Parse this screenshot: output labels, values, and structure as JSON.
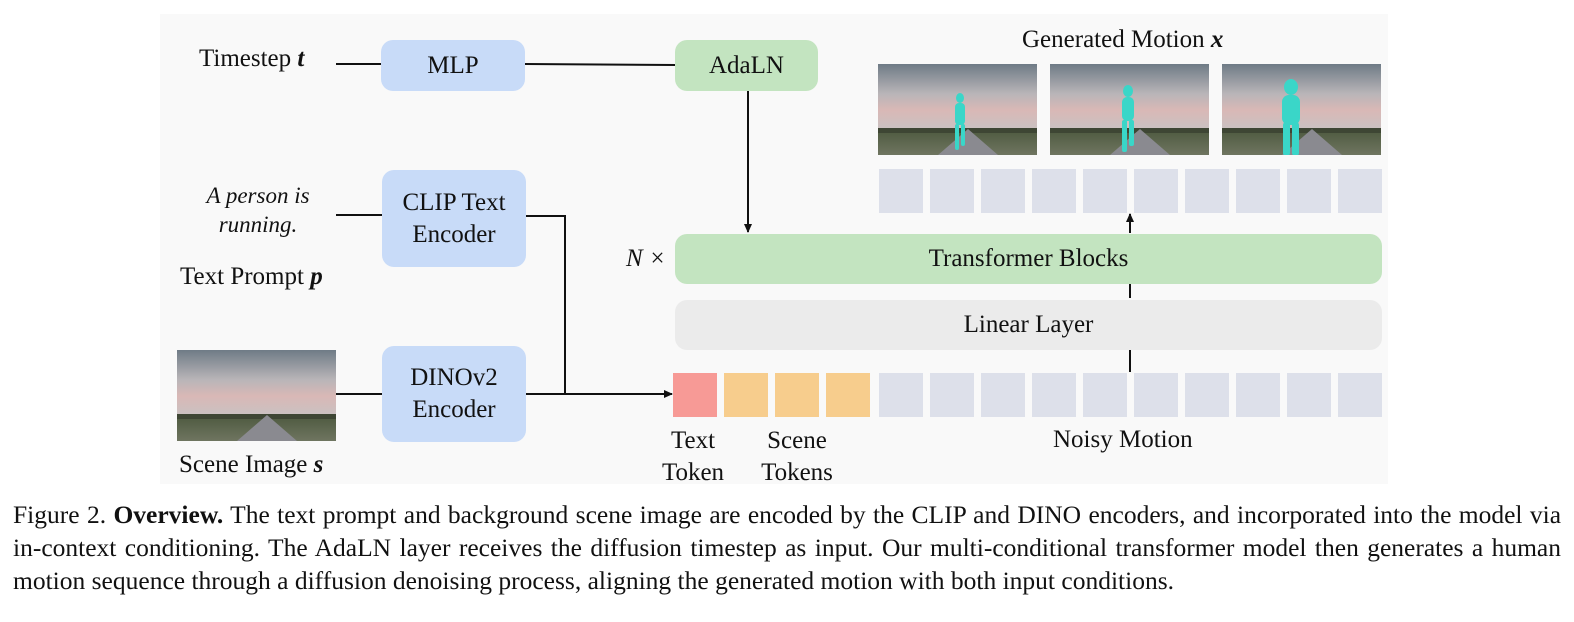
{
  "inputs": {
    "timestep_label": "Timestep",
    "timestep_symbol": "t",
    "prompt_text_line1": "A person is",
    "prompt_text_line2": "running.",
    "prompt_label": "Text Prompt",
    "prompt_symbol": "p",
    "scene_label": "Scene Image",
    "scene_symbol": "s"
  },
  "modules": {
    "mlp": "MLP",
    "adaln": "AdaLN",
    "clip_line1": "CLIP Text",
    "clip_line2": "Encoder",
    "dino_line1": "DINOv2",
    "dino_line2": "Encoder",
    "transformer": "Transformer Blocks",
    "repeat_label": "N ×",
    "linear": "Linear Layer"
  },
  "outputs": {
    "generated_label": "Generated Motion",
    "generated_symbol": "x"
  },
  "tokens": {
    "text_token_line1": "Text",
    "text_token_line2": "Token",
    "scene_tokens_line1": "Scene",
    "scene_tokens_line2": "Tokens",
    "noisy_motion": "Noisy Motion"
  },
  "colors": {
    "encoder_blue": "#c8dbf8",
    "block_green": "#c3e4c0",
    "linear_grey": "#ebebeb",
    "text_token": "#f79a96",
    "scene_token": "#f7cd8d",
    "motion_token": "#dde0ea",
    "figure_cyan": "#3ad6c8"
  },
  "caption": {
    "prefix": "Figure 2.",
    "title": "Overview.",
    "body": "The text prompt and background scene image are encoded by the CLIP and DINO encoders, and incorporated into the model via in-context conditioning. The AdaLN layer receives the diffusion timestep as input. Our multi-conditional transformer model then generates a human motion sequence through a diffusion denoising process, aligning the generated motion with both input conditions."
  }
}
